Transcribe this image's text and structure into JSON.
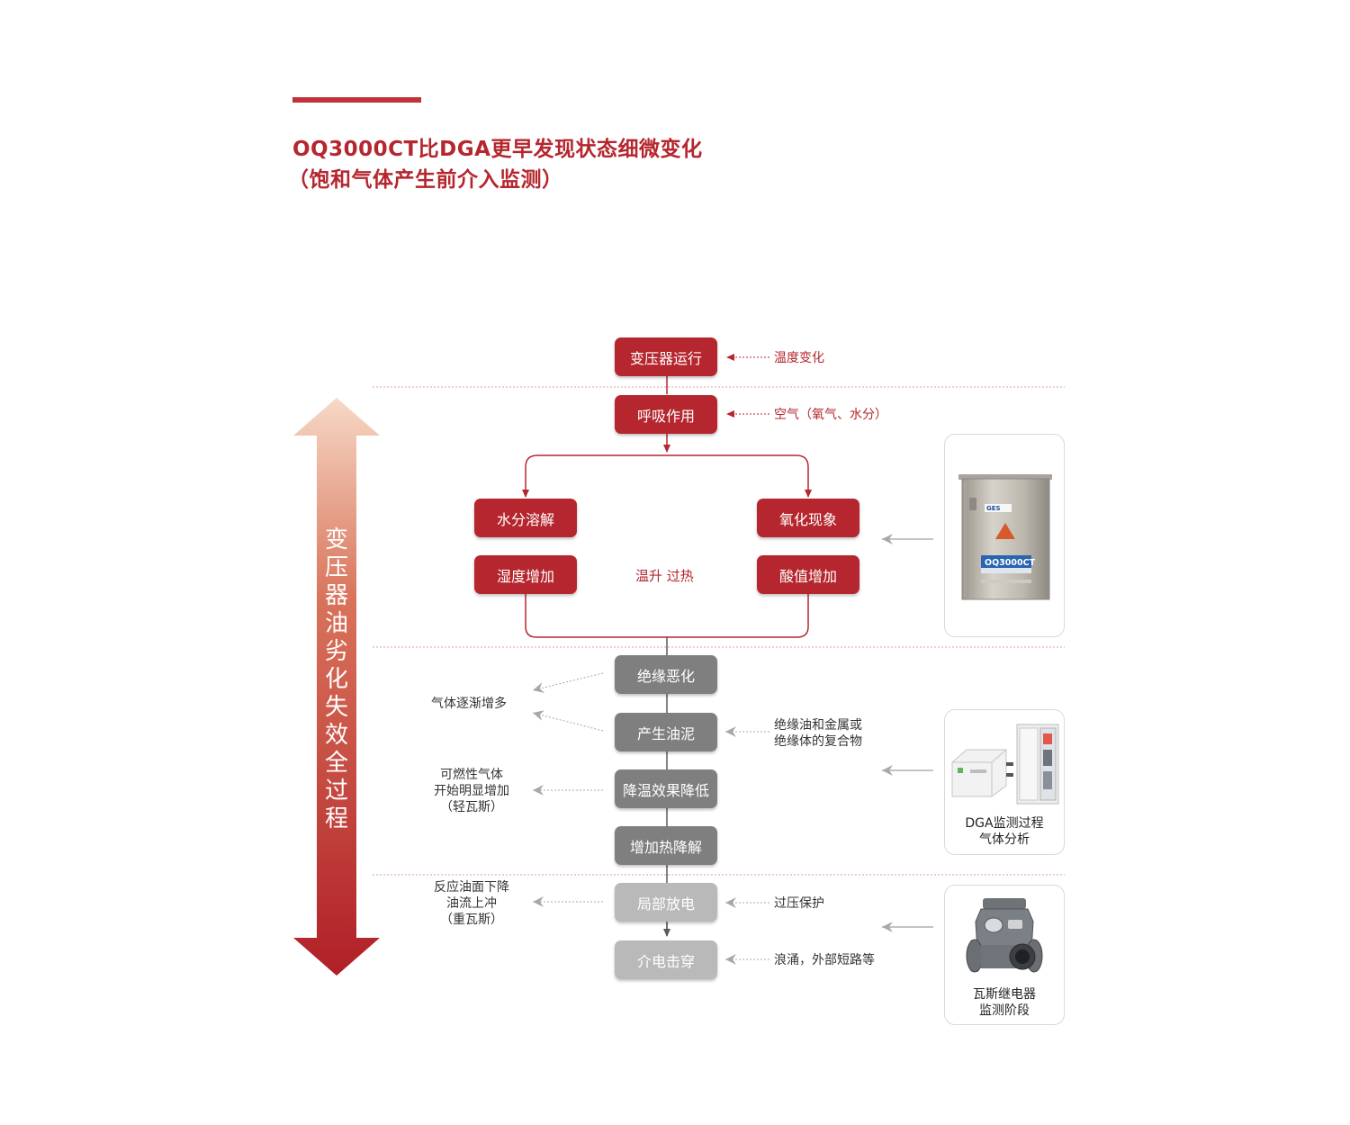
{
  "title": {
    "line1": "OQ3000CT比DGA更早发现状态细微变化",
    "line2": "（饱和气体产生前介入监测）"
  },
  "side_arrow": {
    "label_chars": [
      "变",
      "压",
      "器",
      "油",
      "劣",
      "化",
      "失",
      "效",
      "全",
      "过",
      "程"
    ]
  },
  "steps": {
    "transformer_run": "变压器运行",
    "breathing": "呼吸作用",
    "water_dissolve": "水分溶解",
    "oxidation": "氧化现象",
    "humidity_up": "湿度增加",
    "acid_up": "酸值增加",
    "insulation_worse": "绝缘恶化",
    "sludge": "产生油泥",
    "cooling_down": "降温效果降低",
    "thermal_decomp": "增加热降解",
    "partial_discharge": "局部放电",
    "breakdown": "介电击穿"
  },
  "annotations": {
    "temp_change": "温度变化",
    "air": "空气（氧气、水分）",
    "heating": "温升 过热",
    "gas_increase": "气体逐渐增多",
    "sludge_cause": [
      "绝缘油和金属或",
      "绝缘体的复合物"
    ],
    "combustible": [
      "可燃性气体",
      "开始明显增加",
      "（轻瓦斯）"
    ],
    "overpressure": "过压保护",
    "oil_reaction": [
      "反应油面下降",
      "油流上冲",
      "（重瓦斯）"
    ],
    "surge": "浪涌，外部短路等"
  },
  "cards": {
    "oq": {
      "device_name": "OQ3000CT",
      "brand": "GES"
    },
    "dga": {
      "caption": [
        "DGA监测过程",
        "气体分析"
      ]
    },
    "relay": {
      "caption": [
        "瓦斯继电器",
        "监测阶段"
      ]
    }
  },
  "colors": {
    "accent": "#b5262e",
    "dark_gray": "#7f7f7f",
    "light_gray": "#b9b9b9",
    "divider": "#d9a0a0"
  }
}
